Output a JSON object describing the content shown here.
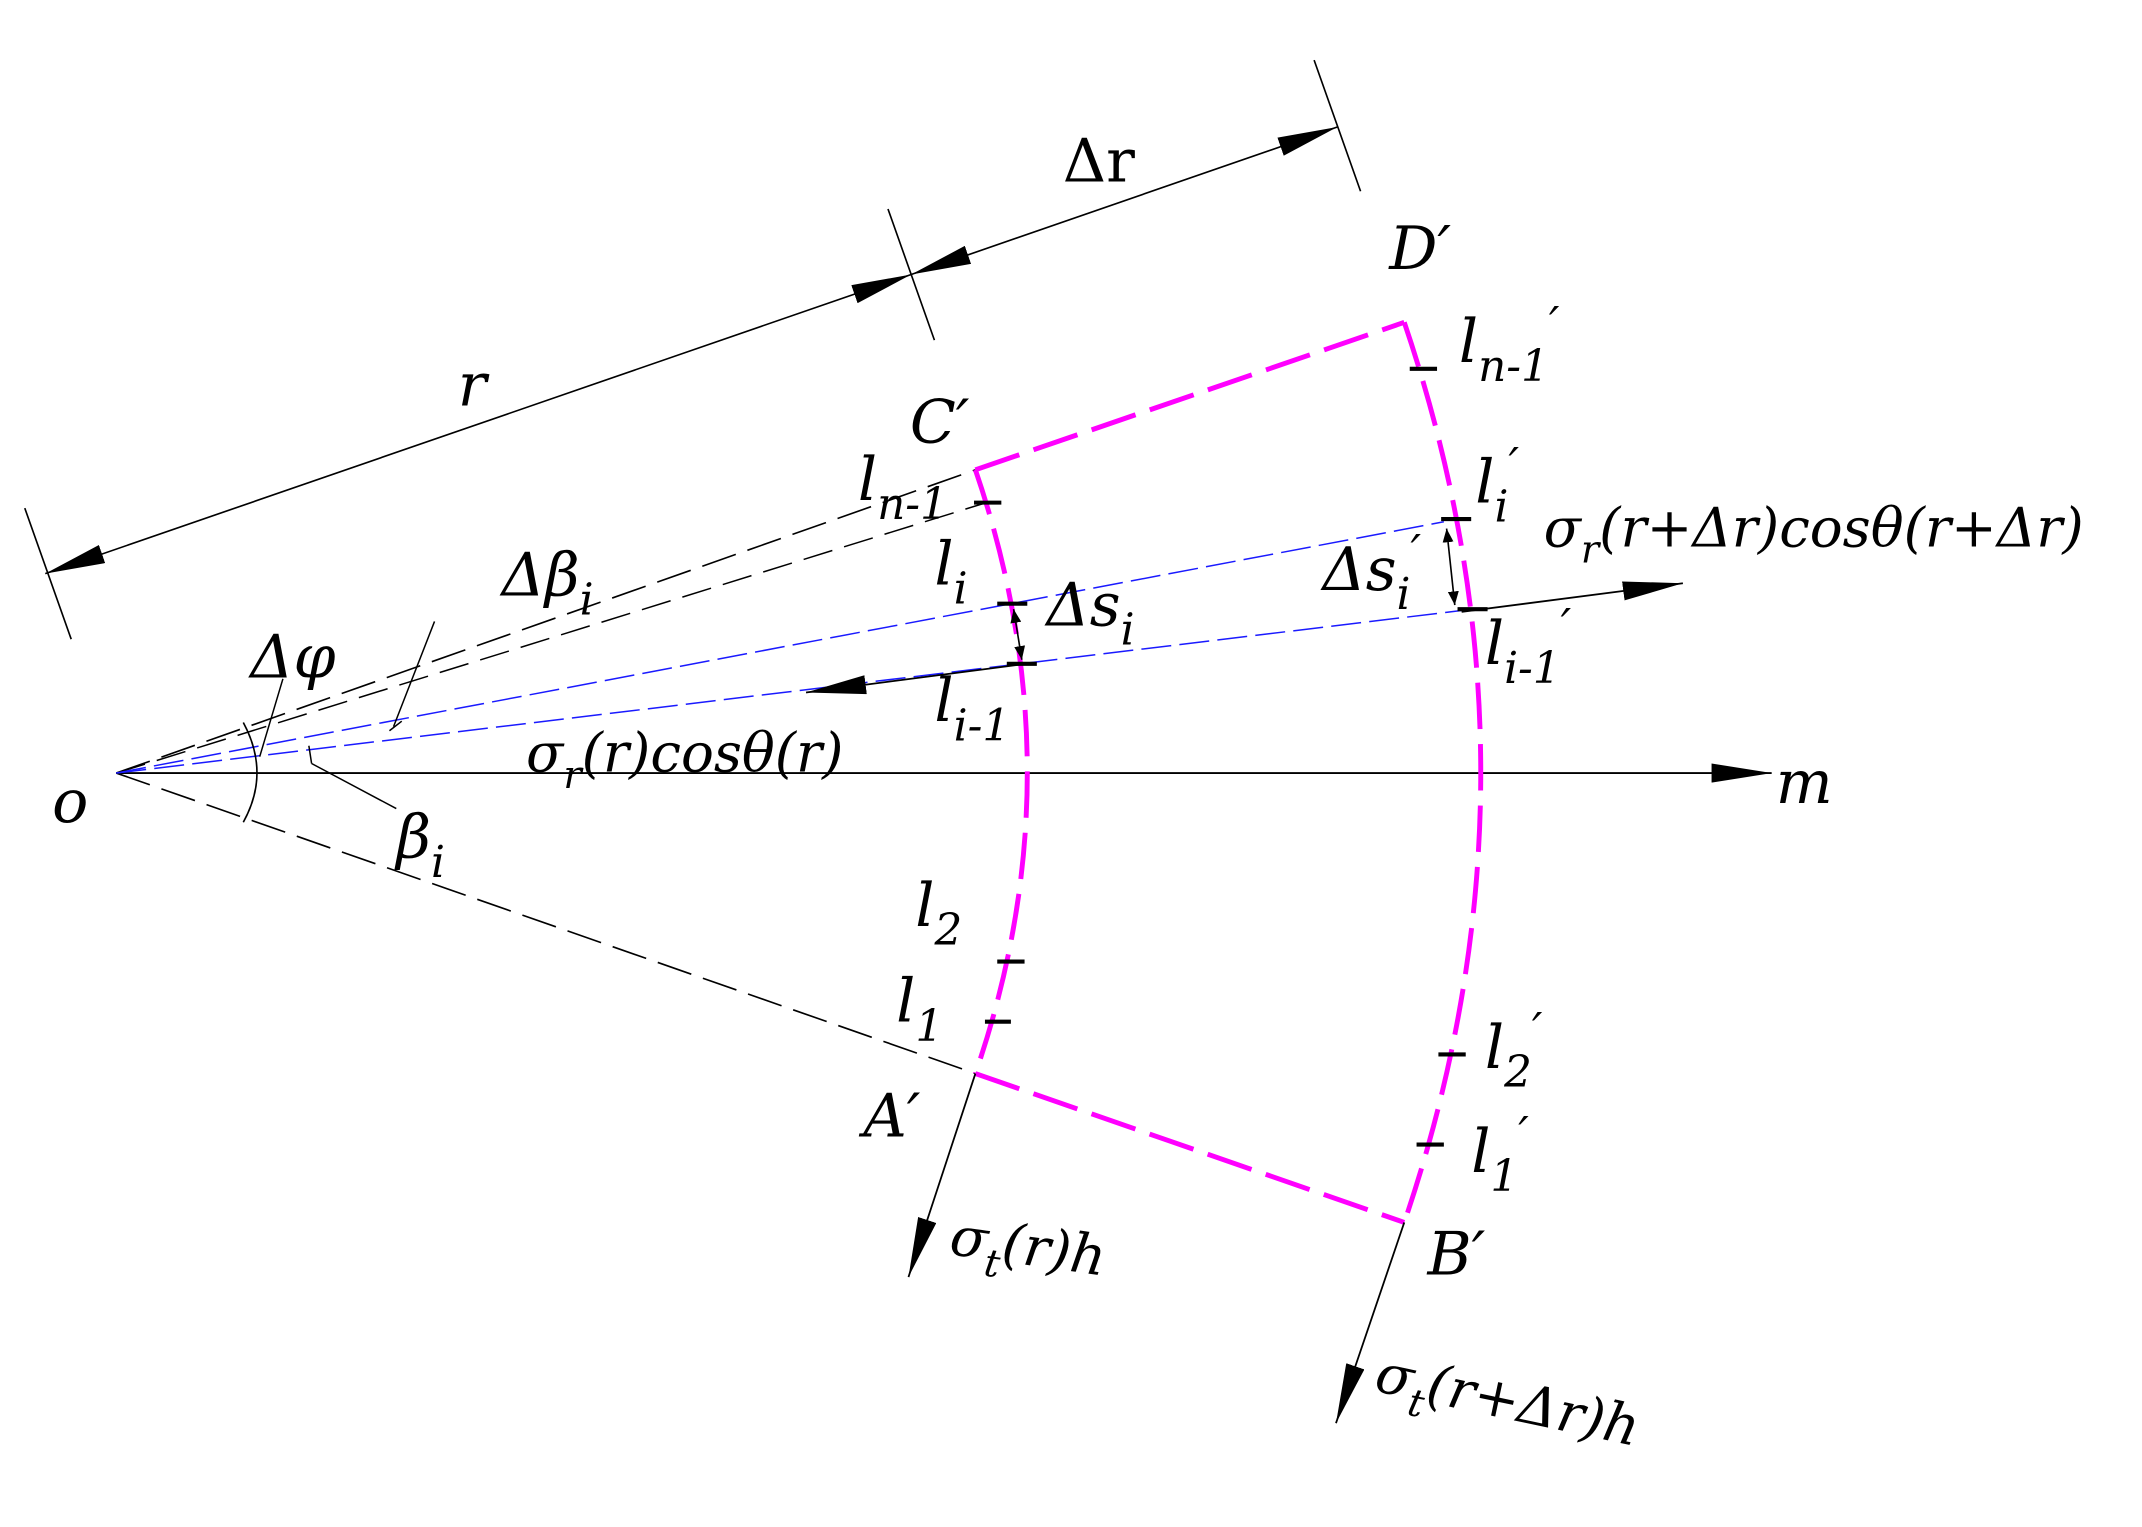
{
  "colors": {
    "outline": "#ff00ff",
    "blue_lines": "#1a1aff",
    "ink": "#000000"
  },
  "labels": {
    "o": "o",
    "m": "m",
    "r": "r",
    "delta_r": "Δr",
    "C": "C′",
    "D": "D′",
    "A": "A′",
    "B": "B′",
    "l_n1": "l",
    "l_n1_sub": "n-1",
    "l_n1p": "l",
    "l_n1p_sub": "n-1",
    "l_n1p_prime": "′",
    "l_i": "l",
    "l_i_sub": "i",
    "l_ip": "l",
    "l_ip_sub": "i",
    "l_ip_prime": "′",
    "l_i1": "l",
    "l_i1_sub": "i-1",
    "l_i1p": "l",
    "l_i1p_sub": "i-1",
    "l_i1p_prime": "′",
    "l_2": "l",
    "l_2_sub": "2",
    "l_2p": "l",
    "l_2p_sub": "2",
    "l_2p_prime": "′",
    "l_1": "l",
    "l_1_sub": "1",
    "l_1p": "l",
    "l_1p_sub": "1",
    "l_1p_prime": "′",
    "delta_beta": "Δβ",
    "delta_beta_sub": "i",
    "delta_phi": "Δφ",
    "beta": "β",
    "beta_sub": "i",
    "delta_s": "Δs",
    "delta_s_sub": "i",
    "delta_sp": "Δs",
    "delta_sp_sub": "i",
    "delta_sp_prime": "′",
    "sigma_r_outer_a": "σ",
    "sigma_r_outer_sub": "r",
    "sigma_r_outer_b": "(r+Δr)cosθ(r+Δr)",
    "sigma_r_inner_a": "σ",
    "sigma_r_inner_sub": "r",
    "sigma_r_inner_b": "(r)cosθ(r)",
    "sigma_t_inner_a": "σ",
    "sigma_t_inner_sub": "t",
    "sigma_t_inner_b": "(r)h",
    "sigma_t_outer_a": "σ",
    "sigma_t_outer_sub": "t",
    "sigma_t_outer_b": "(r+Δr)h"
  }
}
